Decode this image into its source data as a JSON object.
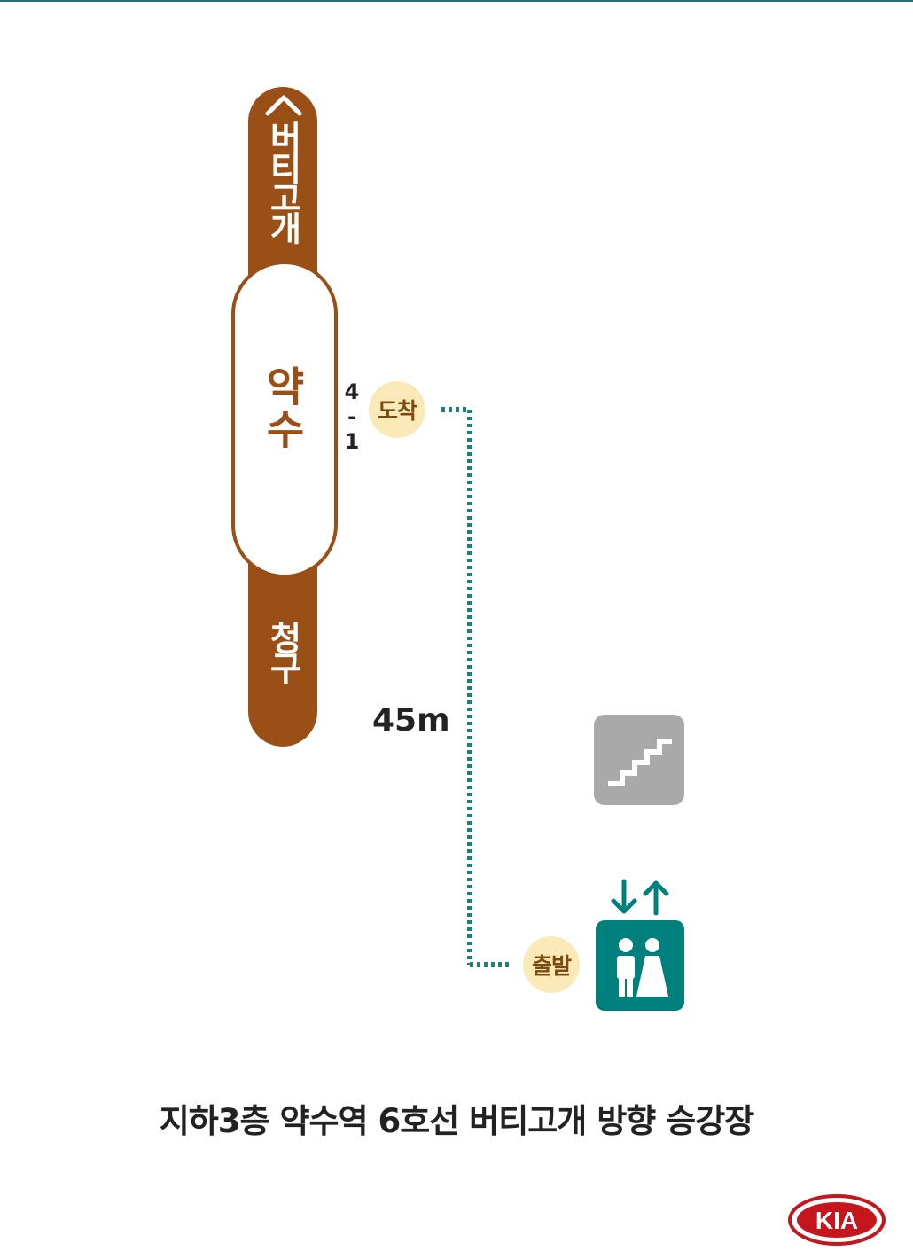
{
  "route": {
    "direction_up": "버티고개",
    "direction_down": "청구",
    "station_name": "약수",
    "line_color": "#9a4f16"
  },
  "door": {
    "number_top": "4",
    "number_sep": "-",
    "number_bottom": "1"
  },
  "badges": {
    "arrive": "도착",
    "depart": "출발"
  },
  "distance": "45m",
  "caption": "지하3층 약수역 6호선 버티고개 방향 승강장",
  "icons": {
    "stairs": "stairs-icon",
    "elevator": "elevator-icon",
    "logo": "kia-logo"
  },
  "logo_text": "KIA",
  "colors": {
    "path": "#1f7d7b",
    "elevator": "#00807c",
    "stairs": "#a9a9a9",
    "badge": "#faeab8",
    "logo": "#c4161c"
  }
}
